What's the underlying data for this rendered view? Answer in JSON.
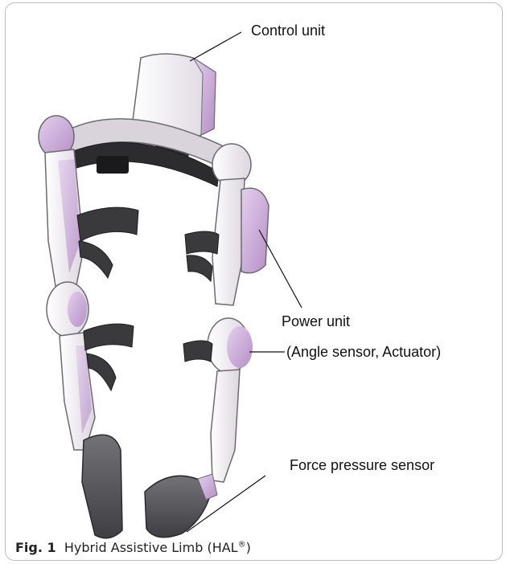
{
  "labels": {
    "control_unit": "Control unit",
    "power_unit": "Power unit",
    "power_unit_detail": "(Angle sensor, Actuator)",
    "force_sensor": "Force pressure sensor"
  },
  "caption": {
    "number": "Fig. 1",
    "text": "Hybrid Assistive Limb (HAL",
    "mark": "®",
    "close": ")"
  },
  "colors": {
    "shell": "#f2f0f4",
    "accent_pink": "#c9a9d6",
    "strap_dark": "#3c3c3e",
    "shoe": "#5a595d",
    "frame_border": "#bdbdbd"
  }
}
